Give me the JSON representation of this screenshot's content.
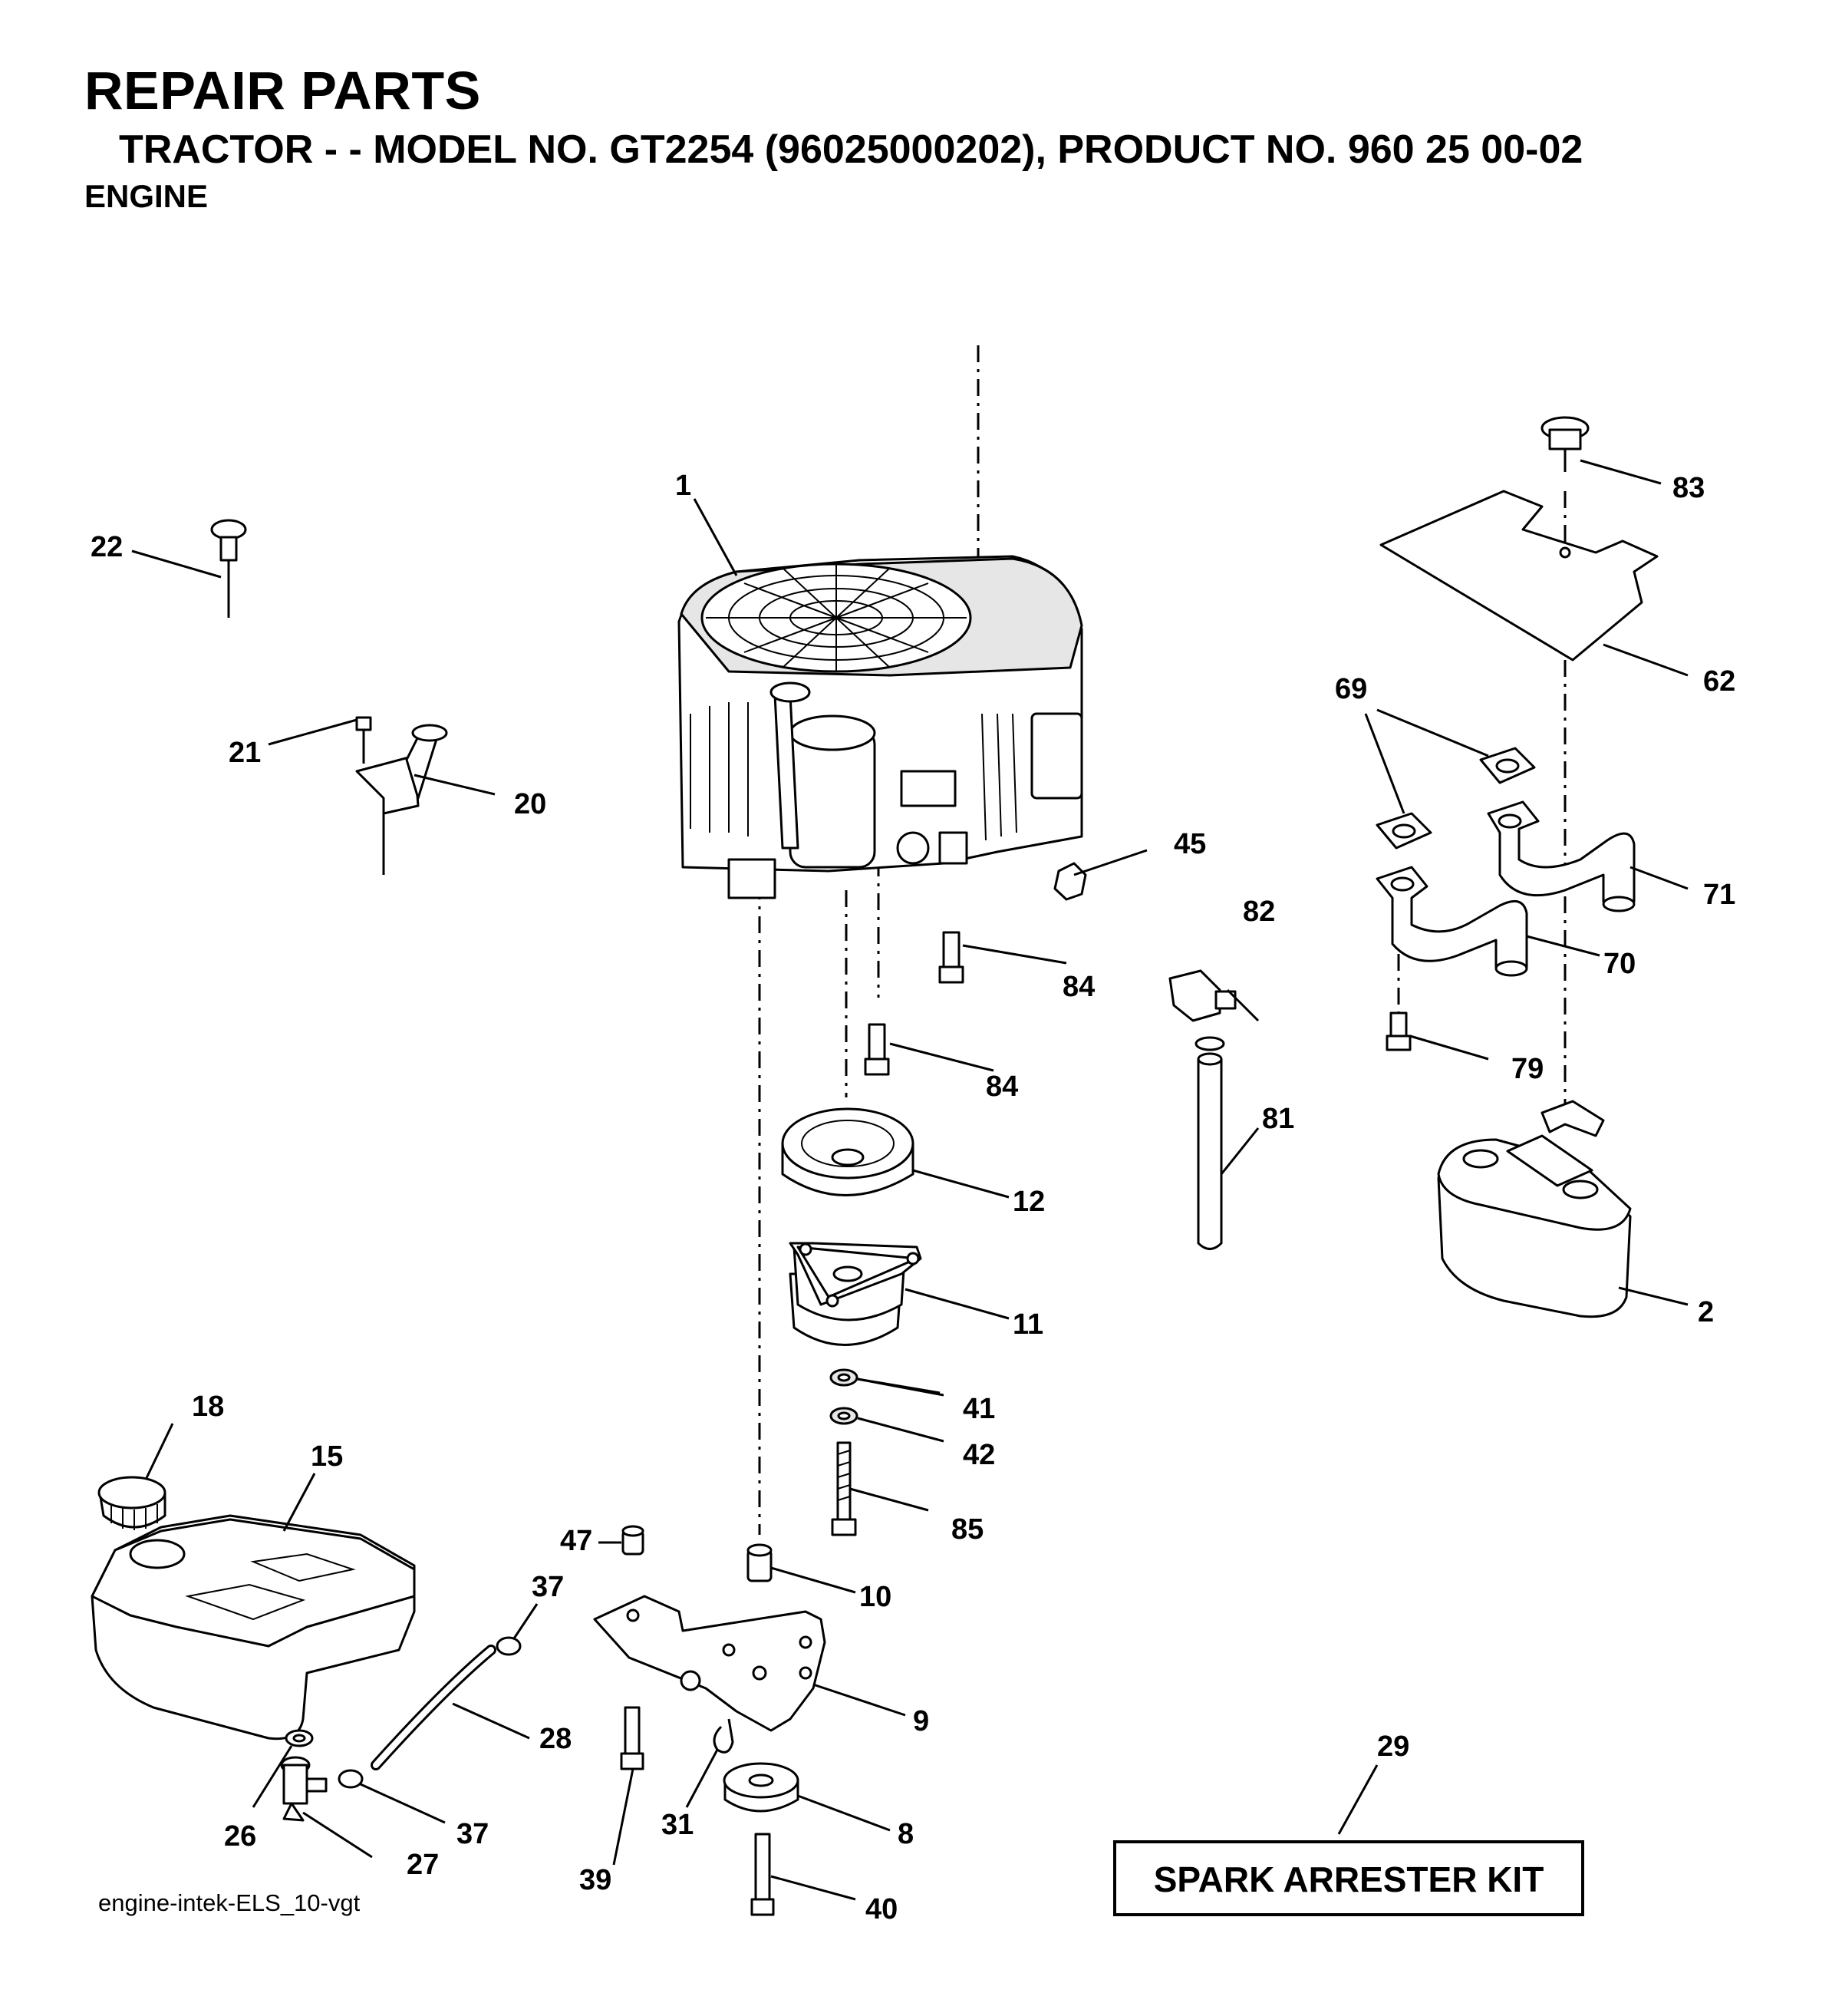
{
  "header": {
    "title": "REPAIR PARTS",
    "subtitle": "TRACTOR - - MODEL NO. GT2254 (96025000202), PRODUCT NO. 960 25 00-02",
    "section": "ENGINE"
  },
  "callouts": {
    "c1": "1",
    "c2": "2",
    "c8": "8",
    "c9": "9",
    "c10": "10",
    "c11": "11",
    "c12": "12",
    "c15": "15",
    "c18": "18",
    "c20": "20",
    "c21": "21",
    "c22": "22",
    "c26": "26",
    "c27": "27",
    "c28": "28",
    "c29": "29",
    "c31": "31",
    "c37a": "37",
    "c37b": "37",
    "c39": "39",
    "c40": "40",
    "c41": "41",
    "c42": "42",
    "c45": "45",
    "c47": "47",
    "c62": "62",
    "c69": "69",
    "c70": "70",
    "c71": "71",
    "c79": "79",
    "c81": "81",
    "c82": "82",
    "c83": "83",
    "c84a": "84",
    "c84b": "84",
    "c85": "85"
  },
  "kit_label": "SPARK ARRESTER KIT",
  "drawing_code": "engine-intek-ELS_10-vgt"
}
